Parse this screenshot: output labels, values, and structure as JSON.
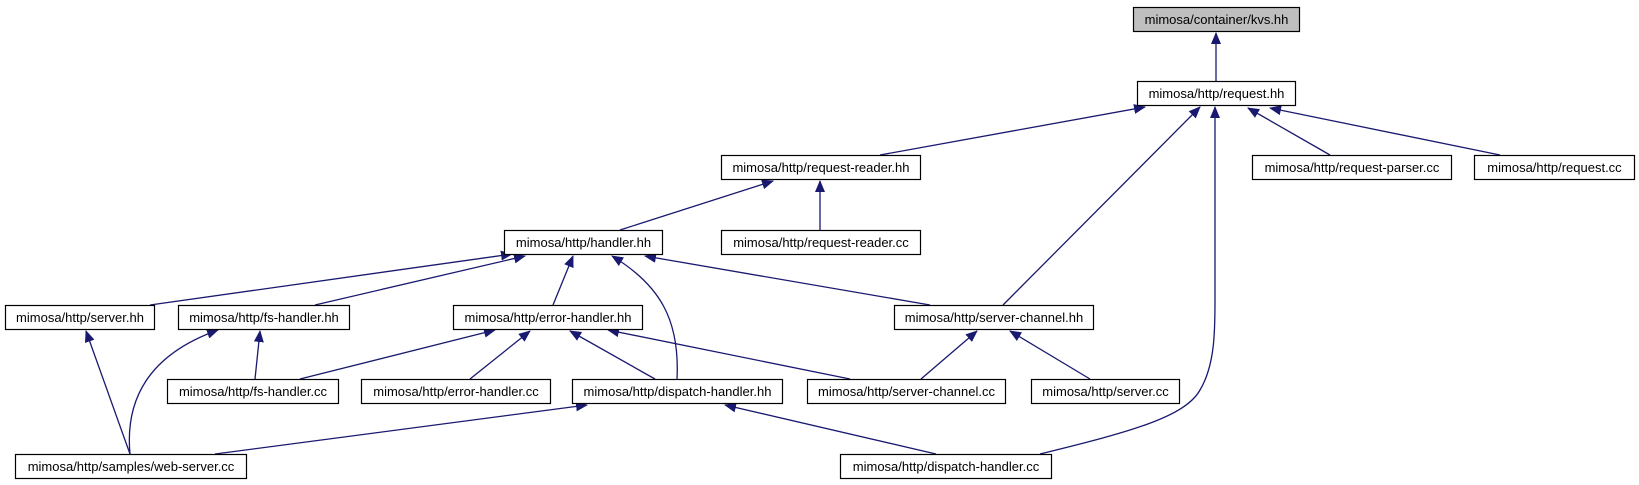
{
  "diagram": {
    "colors": {
      "edge": "#191970",
      "node_border": "#000000",
      "node_fill": "#ffffff",
      "root_fill": "#bfbfbf"
    },
    "nodes": [
      {
        "id": "kvs_hh",
        "label": "mimosa/container/kvs.hh",
        "highlighted": true
      },
      {
        "id": "request_hh",
        "label": "mimosa/http/request.hh"
      },
      {
        "id": "request_reader_hh",
        "label": "mimosa/http/request-reader.hh"
      },
      {
        "id": "request_parser_cc",
        "label": "mimosa/http/request-parser.cc"
      },
      {
        "id": "request_cc",
        "label": "mimosa/http/request.cc"
      },
      {
        "id": "handler_hh",
        "label": "mimosa/http/handler.hh"
      },
      {
        "id": "request_reader_cc",
        "label": "mimosa/http/request-reader.cc"
      },
      {
        "id": "server_hh",
        "label": "mimosa/http/server.hh"
      },
      {
        "id": "fs_handler_hh",
        "label": "mimosa/http/fs-handler.hh"
      },
      {
        "id": "error_handler_hh",
        "label": "mimosa/http/error-handler.hh"
      },
      {
        "id": "server_channel_hh",
        "label": "mimosa/http/server-channel.hh"
      },
      {
        "id": "fs_handler_cc",
        "label": "mimosa/http/fs-handler.cc"
      },
      {
        "id": "error_handler_cc",
        "label": "mimosa/http/error-handler.cc"
      },
      {
        "id": "dispatch_handler_hh",
        "label": "mimosa/http/dispatch-handler.hh"
      },
      {
        "id": "server_channel_cc",
        "label": "mimosa/http/server-channel.cc"
      },
      {
        "id": "server_cc",
        "label": "mimosa/http/server.cc"
      },
      {
        "id": "web_server_cc",
        "label": "mimosa/http/samples/web-server.cc"
      },
      {
        "id": "dispatch_handler_cc",
        "label": "mimosa/http/dispatch-handler.cc"
      }
    ],
    "edges": [
      {
        "from": "request_hh",
        "to": "kvs_hh"
      },
      {
        "from": "request_reader_hh",
        "to": "request_hh"
      },
      {
        "from": "request_parser_cc",
        "to": "request_hh"
      },
      {
        "from": "request_cc",
        "to": "request_hh"
      },
      {
        "from": "server_channel_hh",
        "to": "request_hh"
      },
      {
        "from": "dispatch_handler_cc",
        "to": "request_hh"
      },
      {
        "from": "handler_hh",
        "to": "request_reader_hh"
      },
      {
        "from": "request_reader_cc",
        "to": "request_reader_hh"
      },
      {
        "from": "server_hh",
        "to": "handler_hh"
      },
      {
        "from": "fs_handler_hh",
        "to": "handler_hh"
      },
      {
        "from": "error_handler_hh",
        "to": "handler_hh"
      },
      {
        "from": "dispatch_handler_hh",
        "to": "handler_hh"
      },
      {
        "from": "server_channel_hh",
        "to": "handler_hh"
      },
      {
        "from": "web_server_cc",
        "to": "server_hh"
      },
      {
        "from": "fs_handler_cc",
        "to": "fs_handler_hh"
      },
      {
        "from": "web_server_cc",
        "to": "fs_handler_hh"
      },
      {
        "from": "fs_handler_cc",
        "to": "error_handler_hh"
      },
      {
        "from": "error_handler_cc",
        "to": "error_handler_hh"
      },
      {
        "from": "dispatch_handler_hh",
        "to": "error_handler_hh"
      },
      {
        "from": "server_channel_cc",
        "to": "error_handler_hh"
      },
      {
        "from": "server_channel_cc",
        "to": "server_channel_hh"
      },
      {
        "from": "server_cc",
        "to": "server_channel_hh"
      },
      {
        "from": "web_server_cc",
        "to": "dispatch_handler_hh"
      },
      {
        "from": "dispatch_handler_cc",
        "to": "dispatch_handler_hh"
      }
    ]
  }
}
